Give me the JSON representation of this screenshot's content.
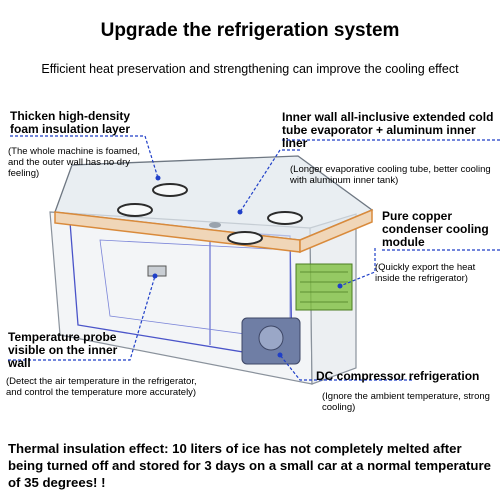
{
  "title": "Upgrade the refrigeration system",
  "subtitle": "Efficient heat preservation and strengthening can improve the cooling effect",
  "callouts": {
    "insulation": {
      "heading": "Thicken high-density foam insulation layer",
      "note": "(The whole machine is foamed, and the outer wall has no dry feeling)"
    },
    "evaporator": {
      "heading": "Inner wall all-inclusive extended cold tube evaporator + aluminum inner liner",
      "note": "(Longer evaporative cooling tube, better cooling with aluminum inner tank)"
    },
    "condenser": {
      "heading": "Pure copper condenser cooling module",
      "note": "(Quickly export the heat inside the refrigerator)"
    },
    "probe": {
      "heading": "Temperature probe visible on the inner wall",
      "note": "(Detect the air temperature in the refrigerator, and control the temperature more accurately)"
    },
    "compressor": {
      "heading": "DC compressor refrigeration",
      "note": "(Ignore the ambient temperature, strong cooling)"
    }
  },
  "bottom_text": "Thermal insulation effect: 10 liters of ice has not completely melted after being turned off and stored for 3 days on a small car at a normal temperature of 35 degrees! !",
  "colors": {
    "callout_line": "#1f3fc8",
    "box_edge": "#8a929c",
    "inner_wall": "#4a54c9",
    "lid_trim": "#d98a3b",
    "condenser": "#7fbf3f",
    "compressor": "#6f7ea5"
  }
}
